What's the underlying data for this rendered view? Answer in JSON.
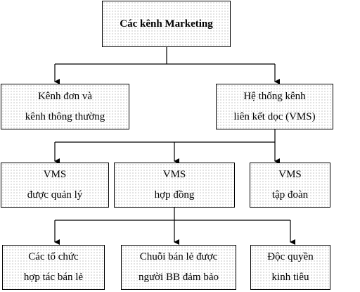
{
  "diagram": {
    "root": {
      "lines": [
        "Các kênh Marketing"
      ]
    },
    "level1": {
      "conventional": {
        "lines": [
          "Kênh đơn và",
          "kênh thông thường"
        ]
      },
      "vms": {
        "lines": [
          "Hệ thống kênh",
          "liên kết dọc (VMS)"
        ]
      }
    },
    "level2": {
      "administered": {
        "lines": [
          "VMS",
          "được quản lý"
        ]
      },
      "contractual": {
        "lines": [
          "VMS",
          "hợp đồng"
        ]
      },
      "corporate": {
        "lines": [
          "VMS",
          "tập đoàn"
        ]
      }
    },
    "level3": {
      "retail_coops": {
        "lines": [
          "Các tổ chức",
          "hợp tác bán lẻ"
        ]
      },
      "wholesaler_chains": {
        "lines": [
          "Chuỗi bán lẻ được",
          "người BB đảm bảo"
        ]
      },
      "franchise": {
        "lines": [
          "Độc quyền",
          "kinh tiêu"
        ]
      }
    }
  }
}
